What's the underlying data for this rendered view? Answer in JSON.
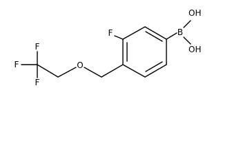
{
  "molecule": {
    "atoms": {
      "fluoro": "F",
      "boron": "B",
      "hydroxyl_top": "OH",
      "hydroxyl_bottom": "OH",
      "ether_oxygen": "O",
      "cf3_fluorine_top": "F",
      "cf3_fluorine_left": "F",
      "cf3_fluorine_bottom": "F"
    }
  }
}
